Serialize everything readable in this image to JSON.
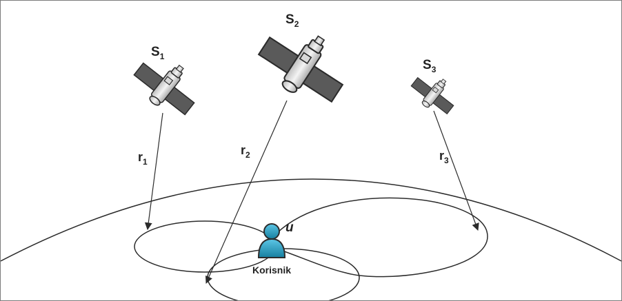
{
  "satellites": [
    {
      "letter": "S",
      "index": "1",
      "icon": "satellite-icon"
    },
    {
      "letter": "S",
      "index": "2",
      "icon": "satellite-icon"
    },
    {
      "letter": "S",
      "index": "3",
      "icon": "satellite-icon"
    }
  ],
  "ranges": [
    {
      "letter": "r",
      "index": "1"
    },
    {
      "letter": "r",
      "index": "2"
    },
    {
      "letter": "r",
      "index": "3"
    }
  ],
  "user": {
    "letter": "u",
    "label": "Korisnik",
    "icon": "user-icon",
    "color": "#1f9ec4"
  },
  "colors": {
    "line": "#2b2b2b",
    "panel": "#5a5a5a",
    "body": "#e6e6e6",
    "frame": "#7a7a7a"
  }
}
